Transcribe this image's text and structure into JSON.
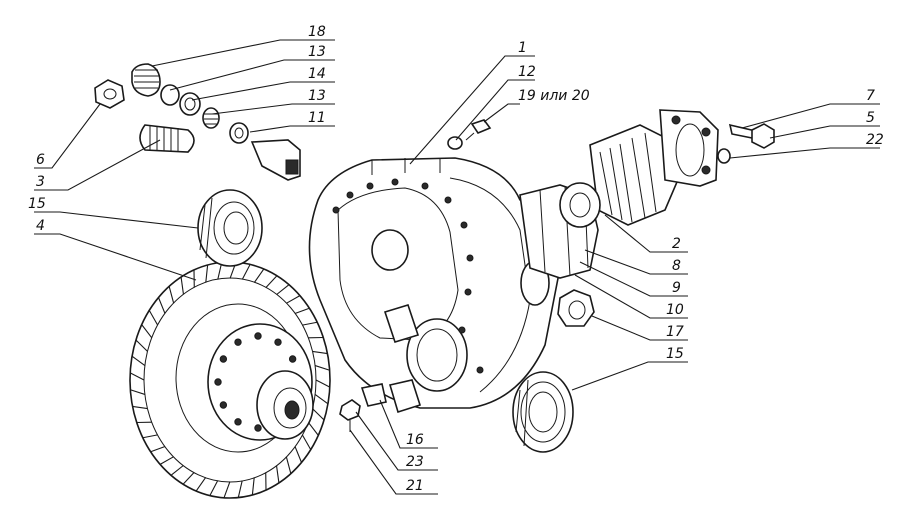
{
  "callouts": [
    {
      "id": "c18",
      "text": "18"
    },
    {
      "id": "c13a",
      "text": "13"
    },
    {
      "id": "c14",
      "text": "14"
    },
    {
      "id": "c13b",
      "text": "13"
    },
    {
      "id": "c11",
      "text": "11"
    },
    {
      "id": "c6",
      "text": "6"
    },
    {
      "id": "c3",
      "text": "3"
    },
    {
      "id": "c15a",
      "text": "15"
    },
    {
      "id": "c4",
      "text": "4"
    },
    {
      "id": "c1",
      "text": "1"
    },
    {
      "id": "c12",
      "text": "12"
    },
    {
      "id": "c19",
      "text": "19 или 20"
    },
    {
      "id": "c7",
      "text": "7"
    },
    {
      "id": "c5",
      "text": "5"
    },
    {
      "id": "c22",
      "text": "22"
    },
    {
      "id": "c2",
      "text": "2"
    },
    {
      "id": "c8",
      "text": "8"
    },
    {
      "id": "c9",
      "text": "9"
    },
    {
      "id": "c10",
      "text": "10"
    },
    {
      "id": "c17",
      "text": "17"
    },
    {
      "id": "c15b",
      "text": "15"
    },
    {
      "id": "c16",
      "text": "16"
    },
    {
      "id": "c23",
      "text": "23"
    },
    {
      "id": "c21",
      "text": "21"
    }
  ]
}
